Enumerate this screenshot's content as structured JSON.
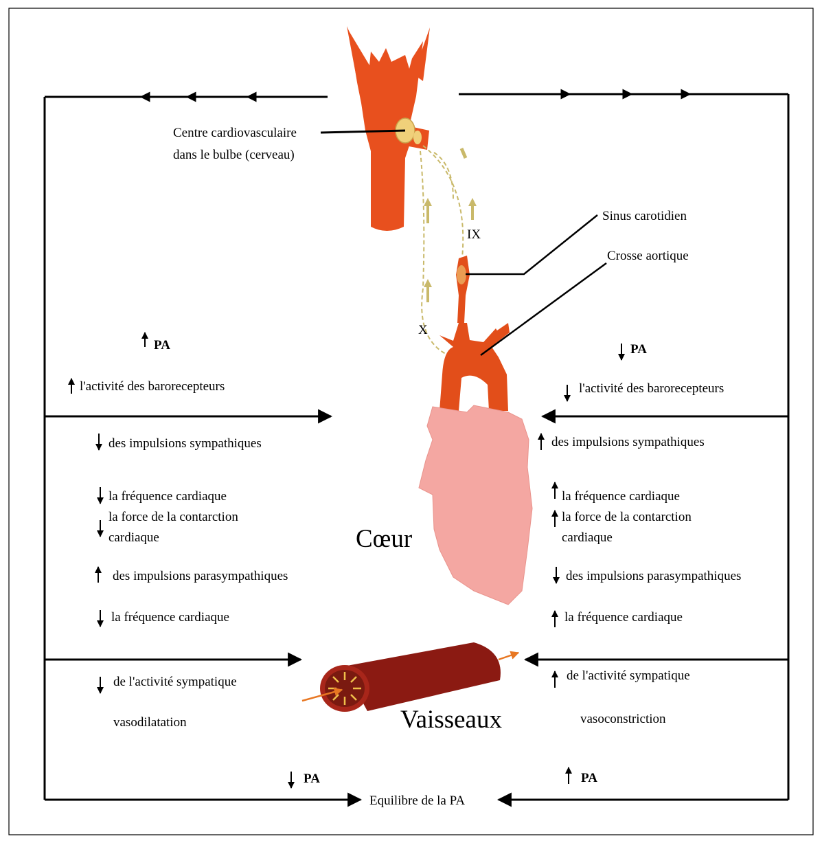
{
  "labels": {
    "centre_line1": "Centre cardiovasculaire",
    "centre_line2": "dans le bulbe (cerveau)",
    "sinus": "Sinus carotidien",
    "crosse": "Crosse aortique",
    "nerve_ix": "IX",
    "nerve_x": "X",
    "coeur": "Cœur",
    "vaisseaux": "Vaisseaux",
    "equilibre": "Equilibre de la PA"
  },
  "left": {
    "pa": "PA",
    "baro": "l'activité des barorecepteurs",
    "symp": "des impulsions sympathiques",
    "freq1": "la fréquence cardiaque",
    "force_line1": "la force de la contarction",
    "force_line2": "cardiaque",
    "parasymp": "des impulsions parasympathiques",
    "freq2": "la fréquence cardiaque",
    "vsymp": "de l'activité sympatique",
    "vaso": "vasodilatation",
    "pa_bottom": "PA"
  },
  "right": {
    "pa": "PA",
    "baro": "l'activité des barorecepteurs",
    "symp": "des impulsions sympathiques",
    "freq1": "la fréquence cardiaque",
    "force_line1": "la force de la contarction",
    "force_line2": "cardiaque",
    "parasymp": "des impulsions parasympathiques",
    "freq2": "la fréquence cardiaque",
    "vsymp": "de l'activité sympatique",
    "vaso": "vasoconstriction",
    "pa_bottom": "PA"
  },
  "colors": {
    "brainstem": "#e8501e",
    "aorta": "#e24e1a",
    "heart": "#f4a7a2",
    "vessel": "#8b1a12",
    "nerve": "#c9b96a",
    "line": "#000000"
  }
}
